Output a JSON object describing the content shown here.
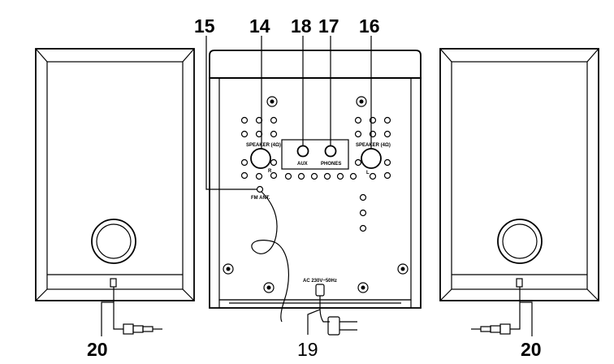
{
  "callouts": {
    "n15": "15",
    "n14": "14",
    "n18": "18",
    "n17": "17",
    "n16": "16",
    "n19": "19",
    "n20_left": "20",
    "n20_right": "20"
  },
  "panel": {
    "speaker_r": "SPEAKER (4Ω)",
    "speaker_l": "SPEAKER (4Ω)",
    "r": "R",
    "l": "L",
    "aux": "AUX",
    "phones": "PHONES",
    "fm_ant": "FM  ANT.",
    "ac": "AC 230V~50Hz"
  }
}
